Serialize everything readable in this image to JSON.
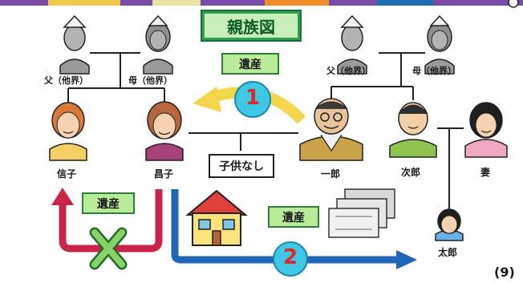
{
  "diagram": {
    "title": "親族図",
    "labels": {
      "left_father": "父（他界）",
      "left_mother": "母（他界）",
      "right_father": "父（他界）",
      "right_mother": "母（他界）",
      "nobuko": "信子",
      "masako": "昌子",
      "ichiro": "一郎",
      "jiro": "次郎",
      "wife": "妻",
      "taro": "太郎"
    },
    "tags": {
      "inheritance_top": "遺産",
      "inheritance_left": "遺産",
      "inheritance_house": "遺産",
      "no_children": "子供なし"
    },
    "step_numbers": {
      "step1": "1",
      "step2": "2"
    },
    "page_number": "(9)"
  }
}
